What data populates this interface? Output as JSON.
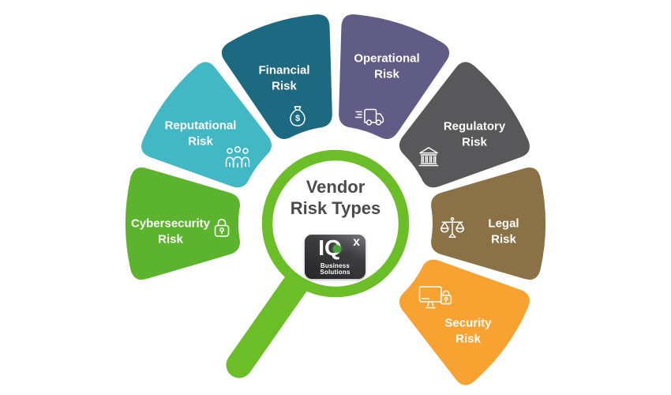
{
  "title": {
    "line1": "Vendor",
    "line2": "Risk Types"
  },
  "title_color": "#4b4b4d",
  "text_color": "#ffffff",
  "magnifier": {
    "ring_color": "#6cbe28",
    "handle_color": "#6cbe28"
  },
  "logo": {
    "name": "IQ",
    "sup": "x",
    "tagline": "Business Solutions",
    "dot_color": "#46a53b"
  },
  "segments": [
    {
      "id": "cybersecurity-risk",
      "line1": "Cybersecurity",
      "line2": "Risk",
      "color": "#5cb42e",
      "icon": "lock-icon"
    },
    {
      "id": "reputational-risk",
      "line1": "Reputational",
      "line2": "Risk",
      "color": "#43b8c5",
      "icon": "people-icon"
    },
    {
      "id": "financial-risk",
      "line1": "Financial",
      "line2": "Risk",
      "color": "#1c6981",
      "icon": "money-bag-icon"
    },
    {
      "id": "operational-risk",
      "line1": "Operational",
      "line2": "Risk",
      "color": "#5f5d85",
      "icon": "delivery-truck-icon"
    },
    {
      "id": "regulatory-risk",
      "line1": "Regulatory",
      "line2": "Risk",
      "color": "#58585a",
      "icon": "bank-icon"
    },
    {
      "id": "legal-risk",
      "line1": "Legal",
      "line2": "Risk",
      "color": "#8a7246",
      "icon": "scales-icon"
    },
    {
      "id": "security-risk",
      "line1": "Security",
      "line2": "Risk",
      "color": "#f7a231",
      "icon": "monitor-lock-icon"
    }
  ]
}
